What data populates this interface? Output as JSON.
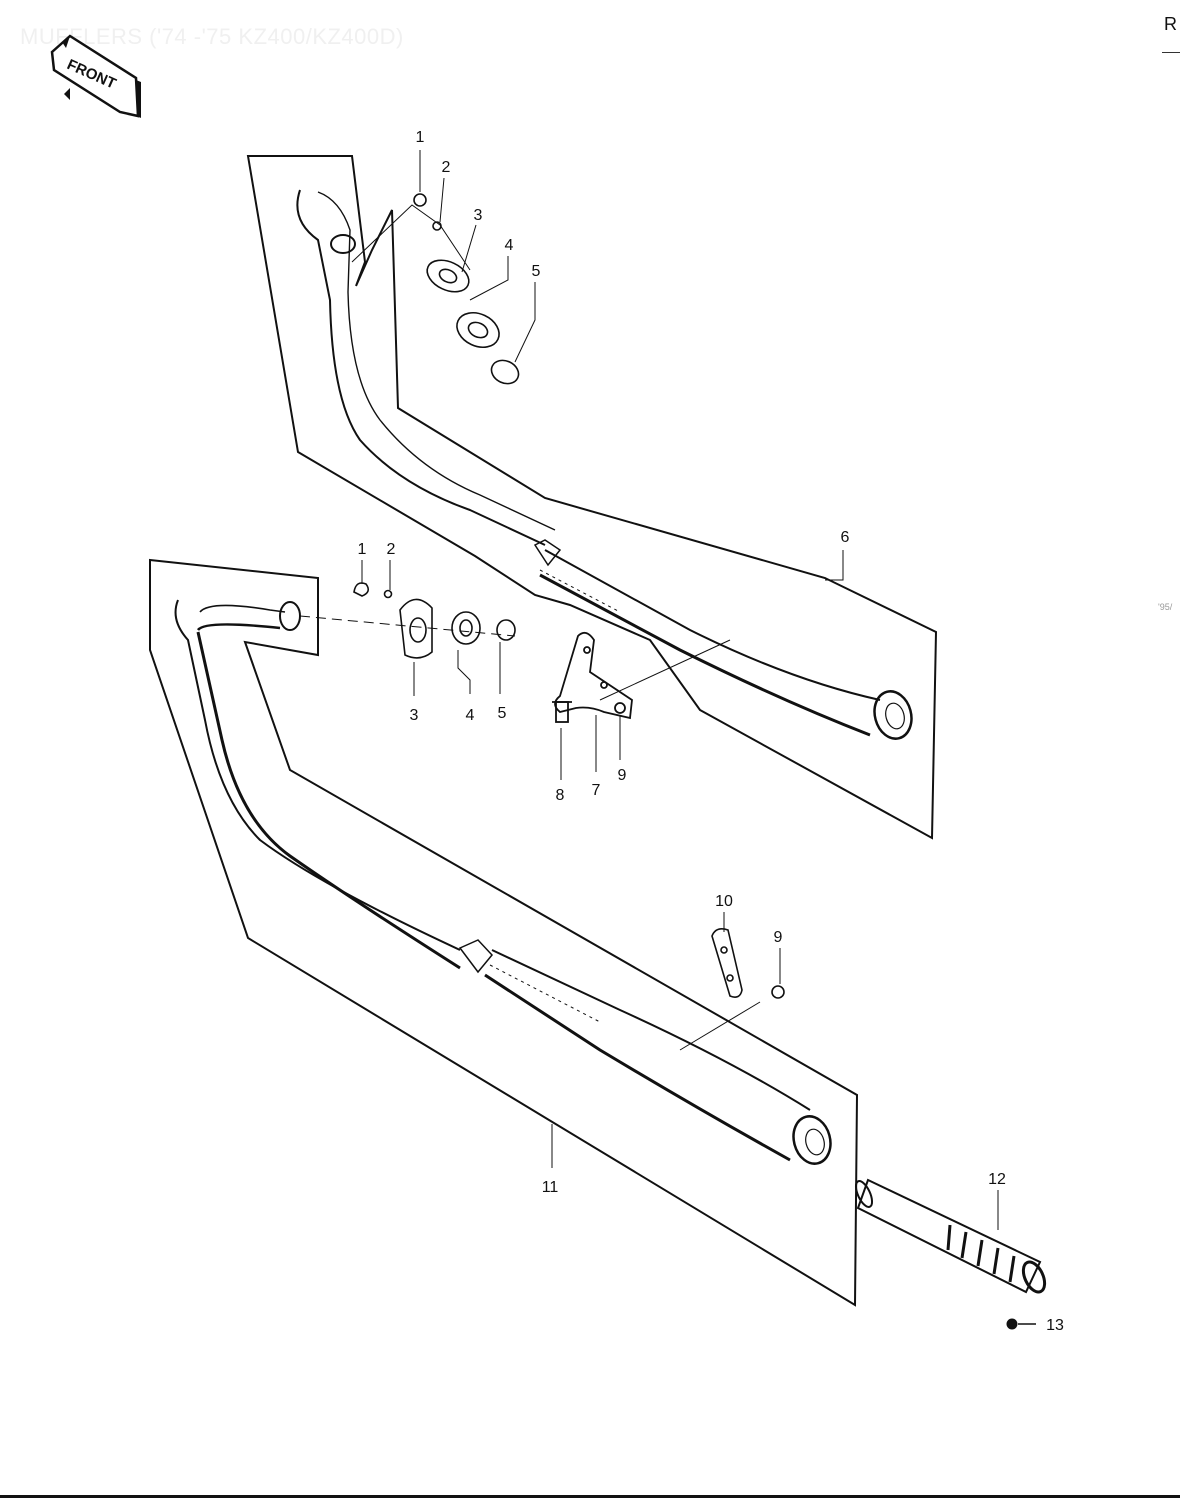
{
  "page": {
    "title": "MUFFLERS ('74 -'75 KZ400/KZ400D)",
    "corner_letter": "R",
    "side_mark": "'95/"
  },
  "front_badge": {
    "label": "FRONT"
  },
  "callouts": {
    "upper": [
      "1",
      "2",
      "3",
      "4",
      "5",
      "6"
    ],
    "lower": [
      "1",
      "2",
      "3",
      "4",
      "5",
      "7",
      "8",
      "9",
      "9",
      "10",
      "11",
      "12",
      "13"
    ]
  },
  "colors": {
    "line": "#111111",
    "background": "#ffffff"
  }
}
